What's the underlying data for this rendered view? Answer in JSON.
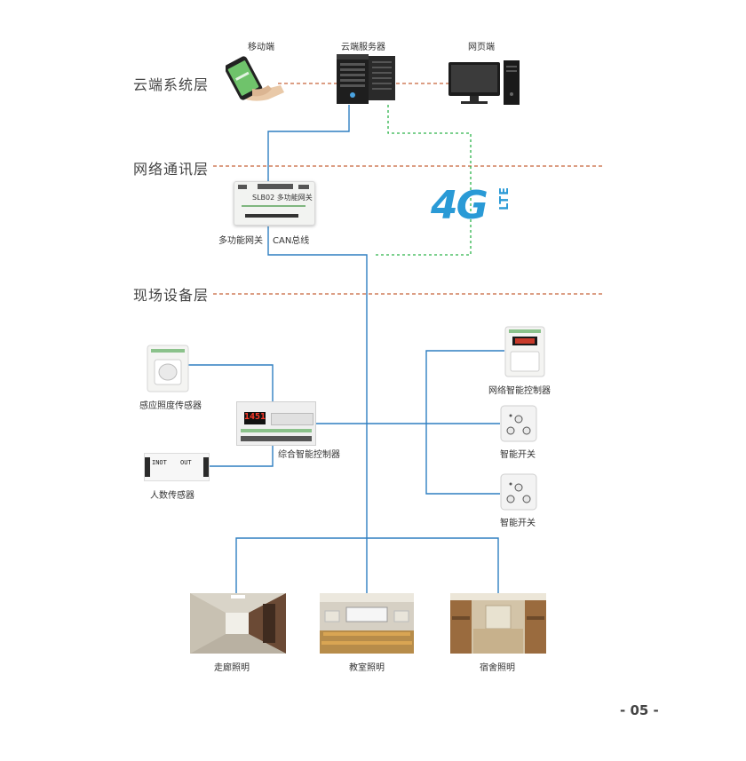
{
  "layers": {
    "cloud": "云端系统层",
    "network": "网络通讯层",
    "field": "现场设备层"
  },
  "devices": {
    "mobile": "移动端",
    "server": "云端服务器",
    "web": "网页端",
    "gateway": "多功能网关",
    "can_bus": "CAN总线",
    "lte_4g": "4G",
    "lte_text": "LTE",
    "light_sensor": "感应照度传感器",
    "people_sensor": "人数传感器",
    "main_controller": "综合智能控制器",
    "network_controller": "网络智能控制器",
    "smart_switch_1": "智能开关",
    "smart_switch_2": "智能开关",
    "corridor": "走廊照明",
    "classroom": "教室照明",
    "dorm": "宿舍照明"
  },
  "gateway_panel": {
    "model": "SLB02 多功能网关"
  },
  "controller_panel": {
    "display": "1451"
  },
  "people_sensor_panel": {
    "left_text": "INOT",
    "right_text": "OUT"
  },
  "page_number": "- 05 -",
  "colors": {
    "bus_line": "#2f7fc1",
    "dashed_red": "#c8643a",
    "dashed_green": "#2db34a",
    "lte_blue": "#2a9ad6"
  }
}
